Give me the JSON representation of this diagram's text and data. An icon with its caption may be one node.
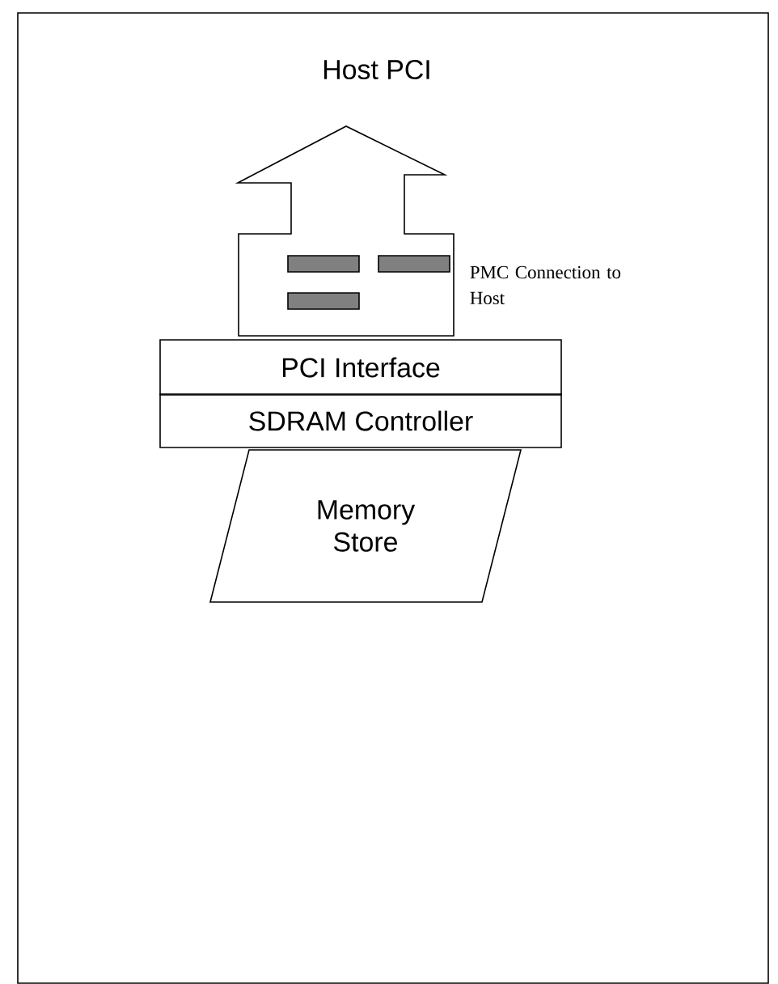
{
  "diagram": {
    "nodes": [
      {
        "text": [],
        "shape": "arrow",
        "beside": [
          "PMC Connection to Host"
        ]
      },
      {
        "text": [
          "PCI Interface"
        ]
      },
      {
        "text": [
          "SDRAM Controller"
        ]
      },
      {
        "text": [
          "Memory Store"
        ]
      }
    ],
    "labels": [
      "Host PCI"
    ]
  }
}
